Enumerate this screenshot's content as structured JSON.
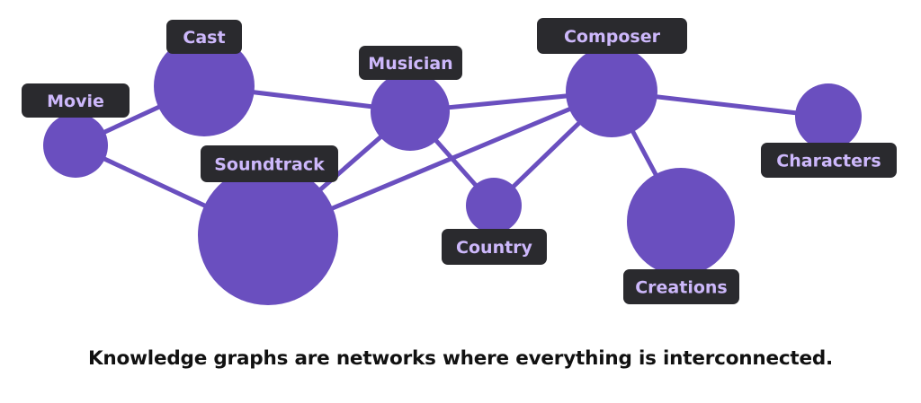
{
  "colors": {
    "node_fill": "#6a4fbf",
    "edge_stroke": "#6a4fbf",
    "label_bg": "#2a2a2e",
    "label_text": "#cdb8fb",
    "caption_text": "#111111"
  },
  "nodes": [
    {
      "id": "movie",
      "label": "Movie"
    },
    {
      "id": "cast",
      "label": "Cast"
    },
    {
      "id": "musician",
      "label": "Musician"
    },
    {
      "id": "composer",
      "label": "Composer"
    },
    {
      "id": "characters",
      "label": "Characters"
    },
    {
      "id": "soundtrack",
      "label": "Soundtrack"
    },
    {
      "id": "country",
      "label": "Country"
    },
    {
      "id": "creations",
      "label": "Creations"
    }
  ],
  "edges": [
    {
      "from": "movie",
      "to": "cast"
    },
    {
      "from": "movie",
      "to": "soundtrack"
    },
    {
      "from": "cast",
      "to": "musician"
    },
    {
      "from": "musician",
      "to": "composer"
    },
    {
      "from": "composer",
      "to": "characters"
    },
    {
      "from": "musician",
      "to": "soundtrack"
    },
    {
      "from": "musician",
      "to": "country"
    },
    {
      "from": "composer",
      "to": "soundtrack"
    },
    {
      "from": "composer",
      "to": "country"
    },
    {
      "from": "composer",
      "to": "creations"
    }
  ],
  "caption": "Knowledge graphs are networks where everything is interconnected."
}
